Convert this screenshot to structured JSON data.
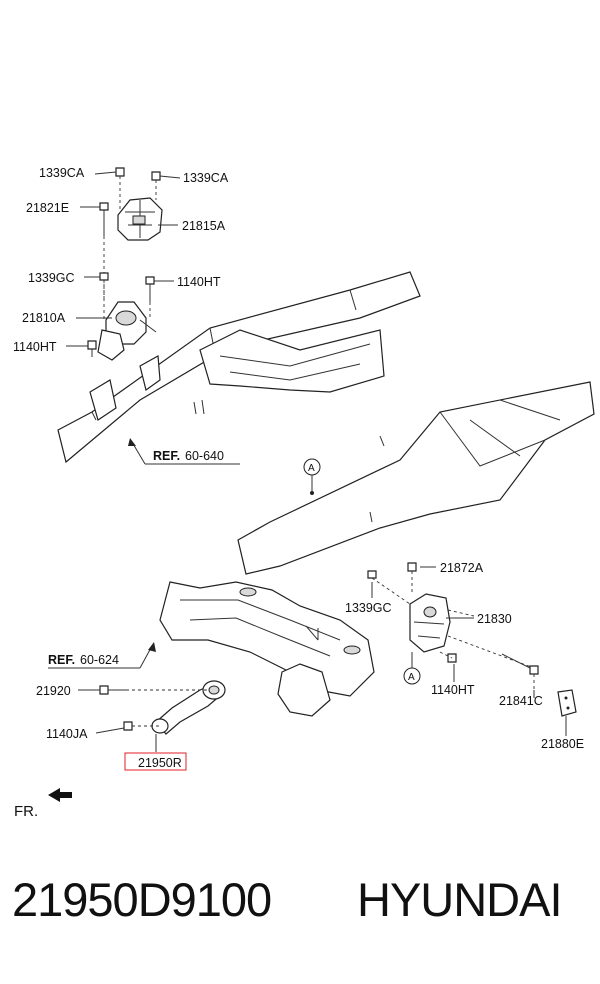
{
  "labels": {
    "l1339ca_left": "1339CA",
    "l1339ca_right": "1339CA",
    "l21821e": "21821E",
    "l21815a": "21815A",
    "l1339gc_top": "1339GC",
    "l1140ht_top": "1140HT",
    "l21810a": "21810A",
    "l1140ht_left": "1140HT",
    "ref1_bold": "REF.",
    "ref1_rest": "60-640",
    "marker_a1": "A",
    "l21872a": "21872A",
    "l1339gc_mid": "1339GC",
    "l21830": "21830",
    "marker_a2": "A",
    "ref2_bold": "REF.",
    "ref2_rest": "60-624",
    "l21920": "21920",
    "l1140ht_bottom": "1140HT",
    "l21841c": "21841C",
    "l1140ja": "1140JA",
    "l21880e": "21880E",
    "l21950r": "21950R",
    "front": "FR."
  },
  "highlight_color": "#e0202a",
  "caption": {
    "part_number": "21950D9100",
    "brand": "HYUNDAI"
  }
}
